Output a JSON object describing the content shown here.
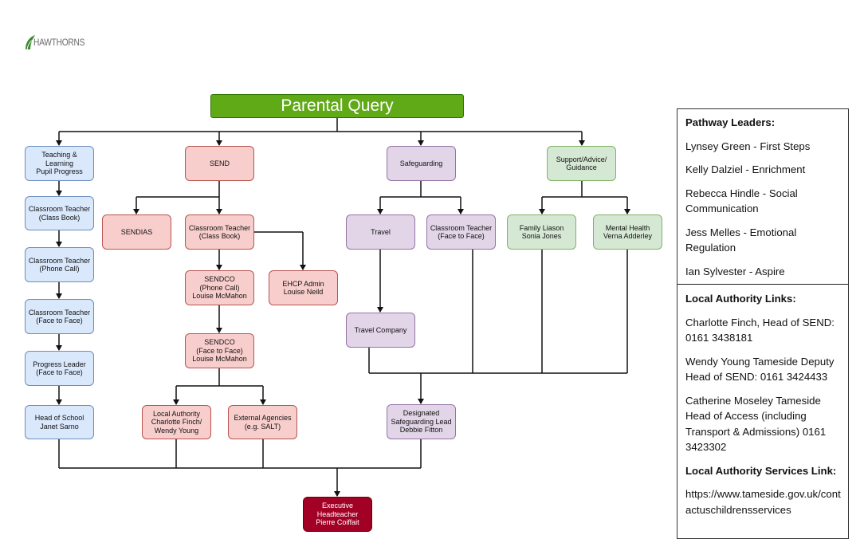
{
  "logo": {
    "text": "HAWTHORNS"
  },
  "flowchart": {
    "title": "Parental Query",
    "nodes": {
      "teaching": "Teaching & Learning\nPupil Progress",
      "ct_book_l": "Classroom Teacher\n(Class Book)",
      "ct_phone": "Classroom Teacher\n(Phone Call)",
      "ct_face_l": "Classroom Teacher\n(Face to Face)",
      "progress_leader": "Progress Leader\n(Face to Face)",
      "head_school": "Head of School\nJanet Sarno",
      "send": "SEND",
      "sendias": "SENDIAS",
      "ct_book_s": "Classroom Teacher\n(Class Book)",
      "sendco_phone": "SENDCO\n(Phone Call)\nLouise McMahon",
      "ehcp": "EHCP Admin\nLouise Neild",
      "sendco_face": "SENDCO\n(Face to Face)\nLouise McMahon",
      "local_authority": "Local Authority\nCharlotte Finch/\nWendy Young",
      "external": "External Agencies\n(e.g. SALT)",
      "safeguarding": "Safeguarding",
      "travel": "Travel",
      "ct_face_s": "Classroom Teacher\n(Face to Face)",
      "travel_company": "Travel Company",
      "dsl": "Designated\nSafeguarding Lead\nDebbie Fitton",
      "support": "Support/Advice/\nGuidance",
      "family": "Family Liason\nSonia Jones",
      "mental": "Mental Health\nVerna Adderley",
      "exec": "Executive\nHeadteacher\nPierre Coiffait"
    }
  },
  "info_panel": {
    "pathway_heading": "Pathway Leaders:",
    "pathway_leaders": [
      "Lynsey Green  - First Steps",
      "Kelly Dalziel - Enrichment",
      "Rebecca Hindle - Social Communication",
      "Jess Melles - Emotional Regulation",
      "Ian Sylvester - Aspire"
    ],
    "la_heading": "Local Authority Links:",
    "la_links": [
      "Charlotte Finch, Head of SEND: 0161 3438181",
      "Wendy Young Tameside Deputy Head of SEND: 0161 3424433",
      "Catherine Moseley Tameside Head of Access (including Transport & Admissions) 0161 3423302"
    ],
    "services_heading": "Local Authority Services Link:",
    "services_url": "https://www.tameside.gov.uk/contactuschildrensservices"
  }
}
